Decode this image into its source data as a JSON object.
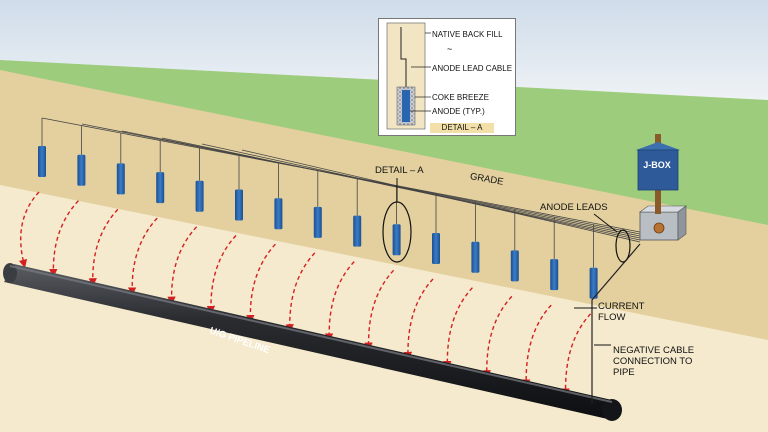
{
  "labels": {
    "native_back_fill": "NATIVE BACK FILL",
    "anode_lead_cable": "ANODE LEAD CABLE",
    "coke_breeze": "COKE BREEZE",
    "anode_typ": "ANODE (TYP.)",
    "detail_a_tag": "DETAIL – A",
    "detail_a_callout": "DETAIL – A",
    "grade": "GRADE",
    "anode_leads": "ANODE LEADS",
    "j_box": "J-BOX",
    "current_flow": "CURRENT FLOW",
    "negative_cable": "NEGATIVE CABLE CONNECTION TO PIPE",
    "pipeline": "U/G PIPELINE"
  },
  "colors": {
    "sky": "#dfe8f2",
    "grass": "#9ccc7c",
    "soil": "#e6d5a6",
    "fill": "#f5e9cb",
    "anode": "#2a66b0",
    "current_arrow": "#d42020",
    "pipe": "#1e1f22",
    "jbox": "#2e5a9a",
    "post": "#8a5a2b"
  },
  "icons": [
    "anode-icon",
    "j-box-icon",
    "current-arrow-icon",
    "pipe-icon",
    "callout-ellipse-icon"
  ]
}
